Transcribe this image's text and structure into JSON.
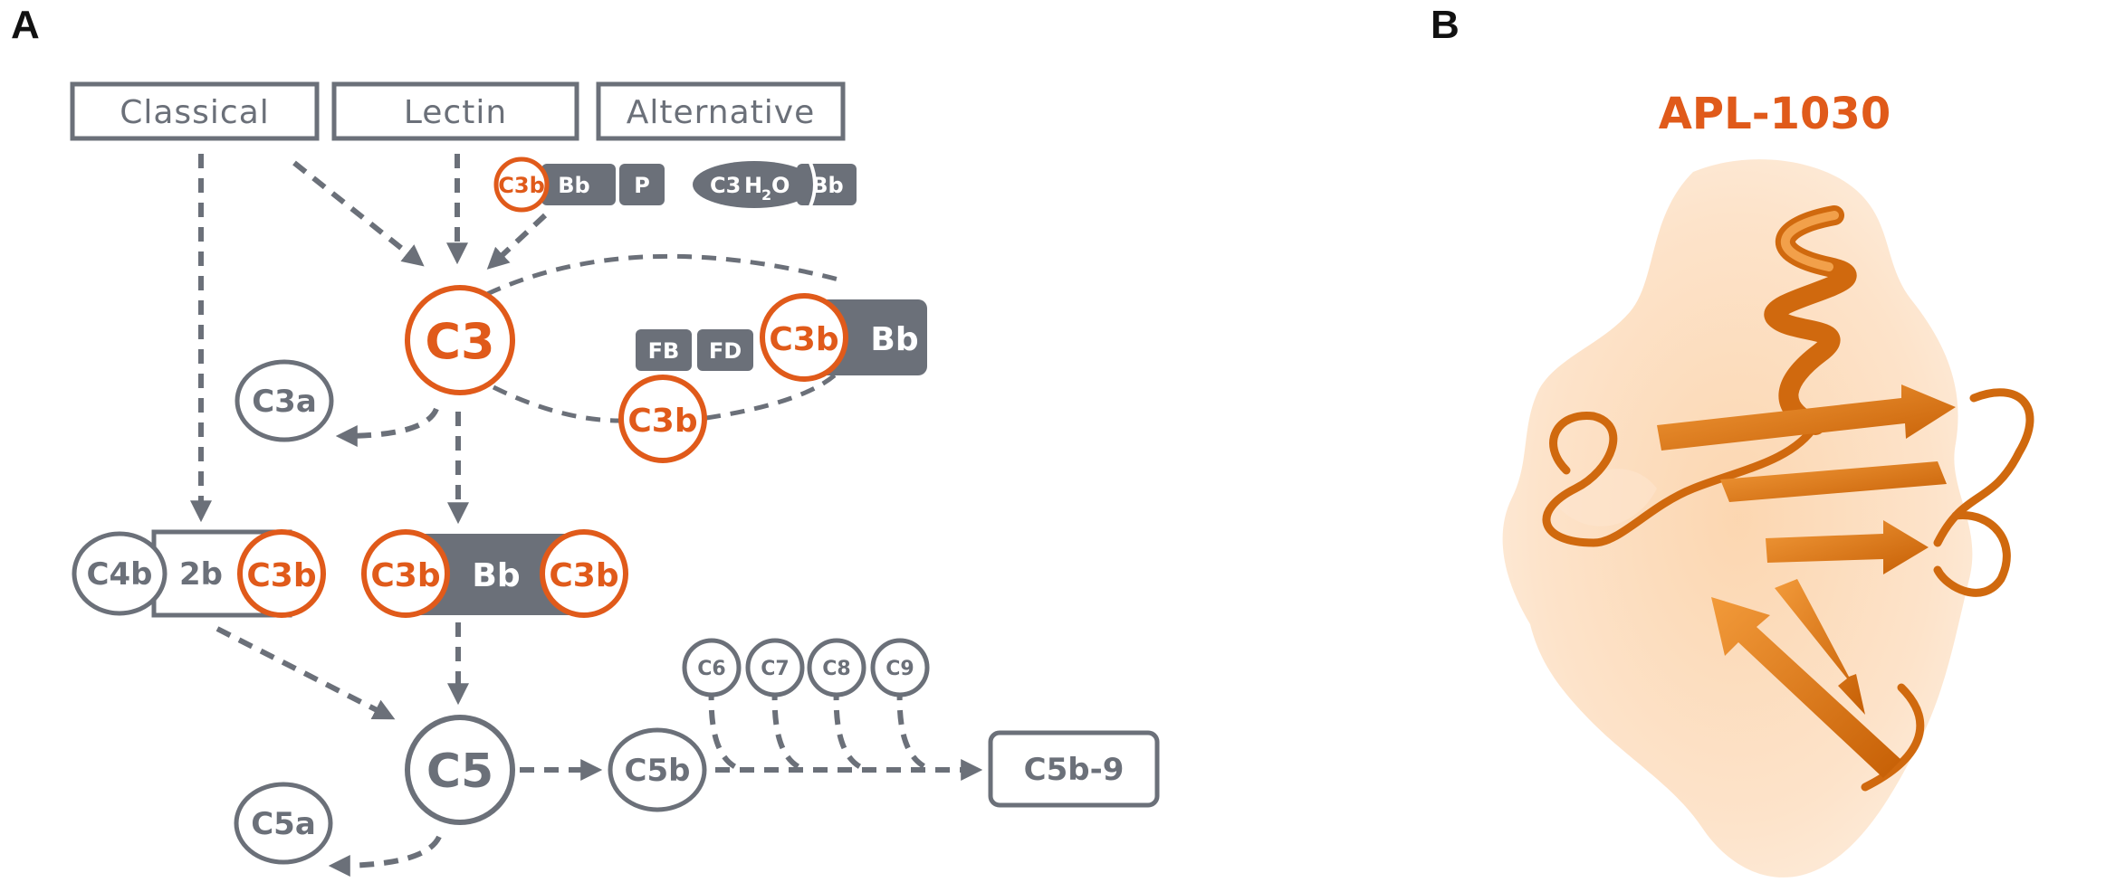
{
  "panel_a": {
    "label": "A",
    "pathways": {
      "classical": "Classical",
      "lectin": "Lectin",
      "alternative": "Alternative"
    },
    "alt_complex_1": {
      "c3b": "C3b",
      "bb": "Bb",
      "p": "P"
    },
    "alt_complex_2": {
      "c3": "C3",
      "h2o_h": "H",
      "h2o_sub": "2",
      "h2o_o": "O",
      "bb": "Bb"
    },
    "nodes": {
      "c3": "C3",
      "c3a": "C3a",
      "fb": "FB",
      "fd": "FD",
      "loop_c3b_top": "C3b",
      "loop_bb": "Bb",
      "loop_c3b_bottom": "C3b",
      "classical_c4b": "C4b",
      "classical_2b": "2b",
      "classical_c3b": "C3b",
      "alt_c3b_left": "C3b",
      "alt_bb": "Bb",
      "alt_c3b_right": "C3b",
      "c5": "C5",
      "c5a": "C5a",
      "c5b": "C5b",
      "c6": "C6",
      "c7": "C7",
      "c8": "C8",
      "c9": "C9",
      "mac": "C5b-9"
    }
  },
  "panel_b": {
    "label": "B",
    "title": "APL-1030"
  },
  "colors": {
    "grey": "#6b7079",
    "orange": "#e05a1a",
    "protein": "#e07a14",
    "surface": "#fbd8b6"
  }
}
